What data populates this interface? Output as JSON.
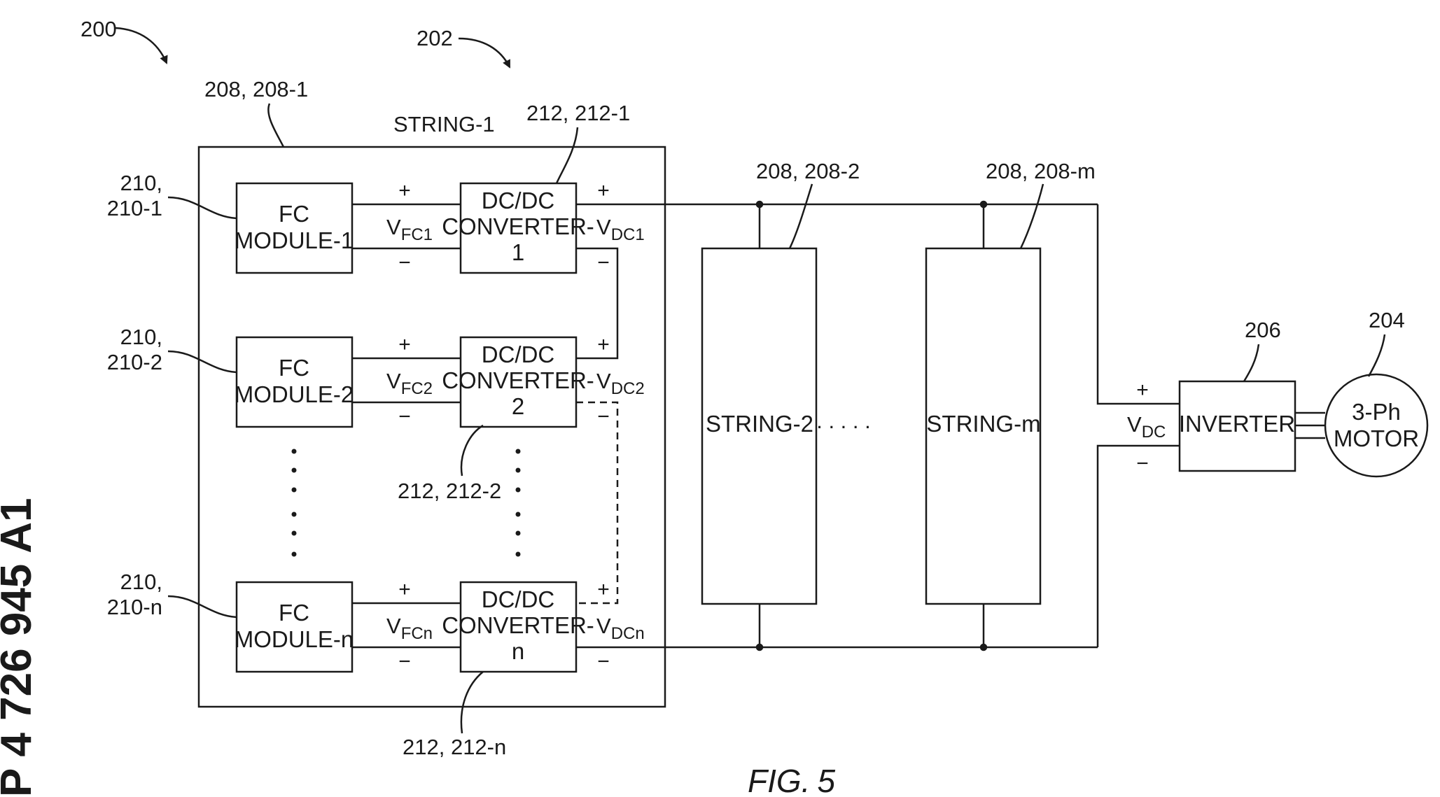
{
  "system": {
    "ref": "200",
    "group_ref": "202",
    "motor_ref": "204",
    "inverter_ref": "206"
  },
  "string1": {
    "title": "STRING-1",
    "ref": "208, 208-1",
    "rows": [
      {
        "fc_ref_line1": "210,",
        "fc_ref_line2": "210-1",
        "fc_line1": "FC",
        "fc_line2": "MODULE-1",
        "vfc_main": "V",
        "vfc_sub": "FC1",
        "conv_line1": "DC/DC",
        "conv_line2": "CONVERTER-",
        "conv_line3": "1",
        "conv_ref": "212, 212-1",
        "vdc_main": "V",
        "vdc_sub": "DC1"
      },
      {
        "fc_ref_line1": "210,",
        "fc_ref_line2": "210-2",
        "fc_line1": "FC",
        "fc_line2": "MODULE-2",
        "vfc_main": "V",
        "vfc_sub": "FC2",
        "conv_line1": "DC/DC",
        "conv_line2": "CONVERTER-",
        "conv_line3": "2",
        "conv_ref": "212, 212-2",
        "vdc_main": "V",
        "vdc_sub": "DC2"
      },
      {
        "fc_ref_line1": "210,",
        "fc_ref_line2": "210-n",
        "fc_line1": "FC",
        "fc_line2": "MODULE-n",
        "vfc_main": "V",
        "vfc_sub": "FCn",
        "conv_line1": "DC/DC",
        "conv_line2": "CONVERTER-",
        "conv_line3": "n",
        "conv_ref": "212, 212-n",
        "vdc_main": "V",
        "vdc_sub": "DCn"
      }
    ]
  },
  "string2": {
    "label": "STRING-2",
    "ref": "208, 208-2"
  },
  "stringm": {
    "label": "STRING-m",
    "ref": "208, 208-m"
  },
  "strings_ellipsis": ". . . . .",
  "bus": {
    "vdc_main": "V",
    "vdc_sub": "DC"
  },
  "inverter": {
    "label": "INVERTER"
  },
  "motor": {
    "line1": "3-Ph",
    "line2": "MOTOR"
  },
  "signs": {
    "plus": "+",
    "minus": "−"
  },
  "figure": {
    "prefix": "FIG.",
    "number": "5"
  },
  "side_text": "P 4 726 945 A1",
  "colors": {
    "ink": "#1a1a1a",
    "paper": "#ffffff"
  }
}
